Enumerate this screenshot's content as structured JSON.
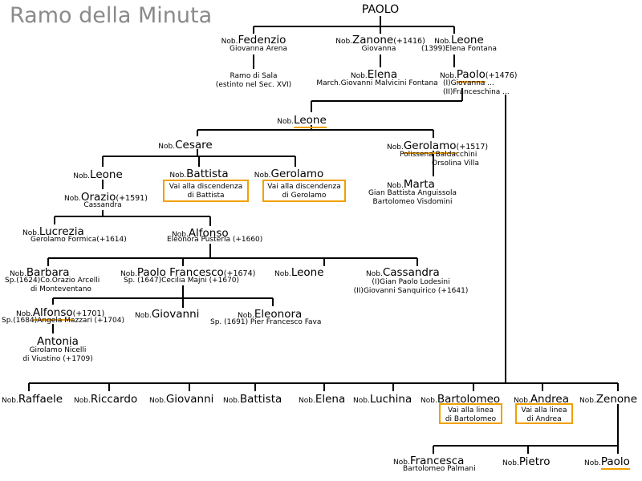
{
  "title": "Ramo della Minuta",
  "nob": "Nob.",
  "people": {
    "paolo_root": {
      "name": "PAOLO"
    },
    "fedenzio": {
      "name": "Fedenzio",
      "spouse": "Giovanna Arena"
    },
    "zanone": {
      "name": "Zanone",
      "date": "(+1416)",
      "spouse": "Giovanna"
    },
    "leone_1399": {
      "name": "Leone",
      "spouse": "(1399)Elena Fontana"
    },
    "ramo_sala": {
      "line1": "Ramo di Sala",
      "line2": "(estinto nel Sec. XVI)"
    },
    "elena_1": {
      "name": "Elena",
      "spouse": "March.Giovanni Malvicini Fontana"
    },
    "paolo_1476": {
      "name": "Paolo",
      "date": "(+1476)",
      "spouse1": "(I)Giovanna ...",
      "spouse2": "(II)Franceschina ..."
    },
    "leone_2": {
      "name": "Leone"
    },
    "cesare": {
      "name": "Cesare"
    },
    "gerolamo_1517": {
      "name": "Gerolamo",
      "date": "(+1517)",
      "spouse1": "Polissena Baldacchini",
      "spouse2": "Orsolina Villa"
    },
    "leone_3": {
      "name": "Leone"
    },
    "battista_1": {
      "name": "Battista"
    },
    "gerolamo_2": {
      "name": "Gerolamo"
    },
    "marta": {
      "name": "Marta",
      "spouse1": "Gian Battista Anguissola",
      "spouse2": "Bartolomeo Visdomini"
    },
    "orazio": {
      "name": "Orazio",
      "date": "(+1591)",
      "spouse": "Cassandra"
    },
    "lucrezia": {
      "name": "Lucrezia",
      "spouse": "Gerolamo Formica(+1614)"
    },
    "alfonso_1": {
      "name": "Alfonso",
      "spouse": "Eleonora Pusterla (+1660)"
    },
    "barbara": {
      "name": "Barbara",
      "spouse1": "Sp.(1624)Co.Orazio Arcelli",
      "spouse2": "di Monteventano"
    },
    "paolo_francesco": {
      "name": "Paolo Francesco",
      "date": "(+1674)",
      "spouse": "Sp. (1647)Cecilia Majni (+1670)"
    },
    "leone_4": {
      "name": "Leone"
    },
    "cassandra": {
      "name": "Cassandra",
      "spouse1": "(I)Gian Paolo Lodesini",
      "spouse2": "(II)Giovanni Sanquirico (+1641)"
    },
    "alfonso_2": {
      "name": "Alfonso",
      "date": "(+1701)",
      "spouse": "Sp.(1684)Angela Mazzari (+1704)"
    },
    "giovanni_1": {
      "name": "Giovanni"
    },
    "eleonora": {
      "name": "Eleonora",
      "spouse": "Sp. (1691) Pier Francesco Fava"
    },
    "antonia": {
      "name": "Antonia",
      "spouse1": "Girolamo Nicelli",
      "spouse2": "di Viustino (+1709)"
    },
    "raffaele": {
      "name": "Raffaele"
    },
    "riccardo": {
      "name": "Riccardo"
    },
    "giovanni_2": {
      "name": "Giovanni"
    },
    "battista_2": {
      "name": "Battista"
    },
    "elena_2": {
      "name": "Elena"
    },
    "luchina": {
      "name": "Luchina"
    },
    "bartolomeo": {
      "name": "Bartolomeo"
    },
    "andrea": {
      "name": "Andrea"
    },
    "zenone": {
      "name": "Zenone"
    },
    "francesca": {
      "name": "Francesca",
      "spouse": "Bartolomeo Palmani"
    },
    "pietro": {
      "name": "Pietro"
    },
    "paolo_last": {
      "name": "Paolo"
    }
  },
  "links": {
    "battista": {
      "line1": "Vai alla discendenza",
      "line2": "di Battista"
    },
    "gerolamo": {
      "line1": "Vai alla discendenza",
      "line2": "di Gerolamo"
    },
    "bartolomeo": {
      "line1": "Vai alla linea",
      "line2": "di Bartolomeo"
    },
    "andrea": {
      "line1": "Vai alla linea",
      "line2": "di Andrea"
    }
  },
  "colors": {
    "highlight": "#f0a000",
    "title": "#8a8a8a",
    "line": "#000000"
  }
}
